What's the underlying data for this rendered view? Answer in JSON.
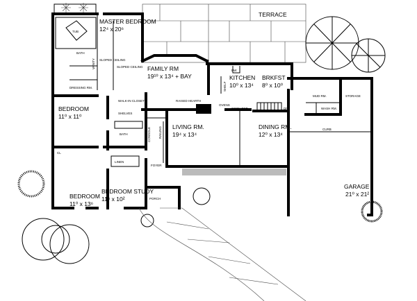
{
  "rooms": {
    "master_bedroom": {
      "name": "MASTER BEDROOM",
      "size": "12⁴ x 20⁶"
    },
    "family_rm": {
      "name": "FAMILY RM",
      "size": "19¹⁰ x 13⁴ + BAY"
    },
    "kitchen": {
      "name": "KITCHEN",
      "size": "10⁰ x 13⁴"
    },
    "brkfst": {
      "name": "BRKFST",
      "size": "8⁰ x 10⁰"
    },
    "bedroom_1": {
      "name": "BEDROOM",
      "size": "11⁰ x 11⁰"
    },
    "living_rm": {
      "name": "LIVING RM.",
      "size": "19⁴ x 13⁴"
    },
    "dining_rm": {
      "name": "DINING RM.",
      "size": "12⁰ x 13⁴"
    },
    "bedroom_2": {
      "name": "BEDROOM",
      "size": "11⁰ x 13⁶"
    },
    "bedroom_study": {
      "name": "BEDROOM STUDY",
      "size": "11⁶ x 10²"
    },
    "garage": {
      "name": "GARAGE",
      "size": "21⁰ x 21²"
    }
  },
  "labels": {
    "terrace": "TERRACE",
    "bath_master": "BATH",
    "dressing": "DRESSING RM.",
    "tub": "TUB",
    "vanity": "VANITY",
    "sloped_ceiling": "SLOPED CEILING",
    "walk_in_closet": "WALK-IN CLOSET",
    "shelves": "SHELVES",
    "bath_hall": "BATH",
    "linen": "LINEN",
    "foyer": "FOYER",
    "porch": "PORCH",
    "console": "CONSOLE",
    "railing": "RAILING",
    "raised_hearth": "RAISED HEARTH",
    "ovens": "OVENS",
    "cook_top": "COOK TOP",
    "mud_rm": "MUD RM.",
    "storage": "STORAGE",
    "wash_rm": "WASH RM.",
    "curb": "CURB",
    "dn": "DN",
    "cl": "CL",
    "shelf": "SHELF",
    "dw": "DW"
  }
}
